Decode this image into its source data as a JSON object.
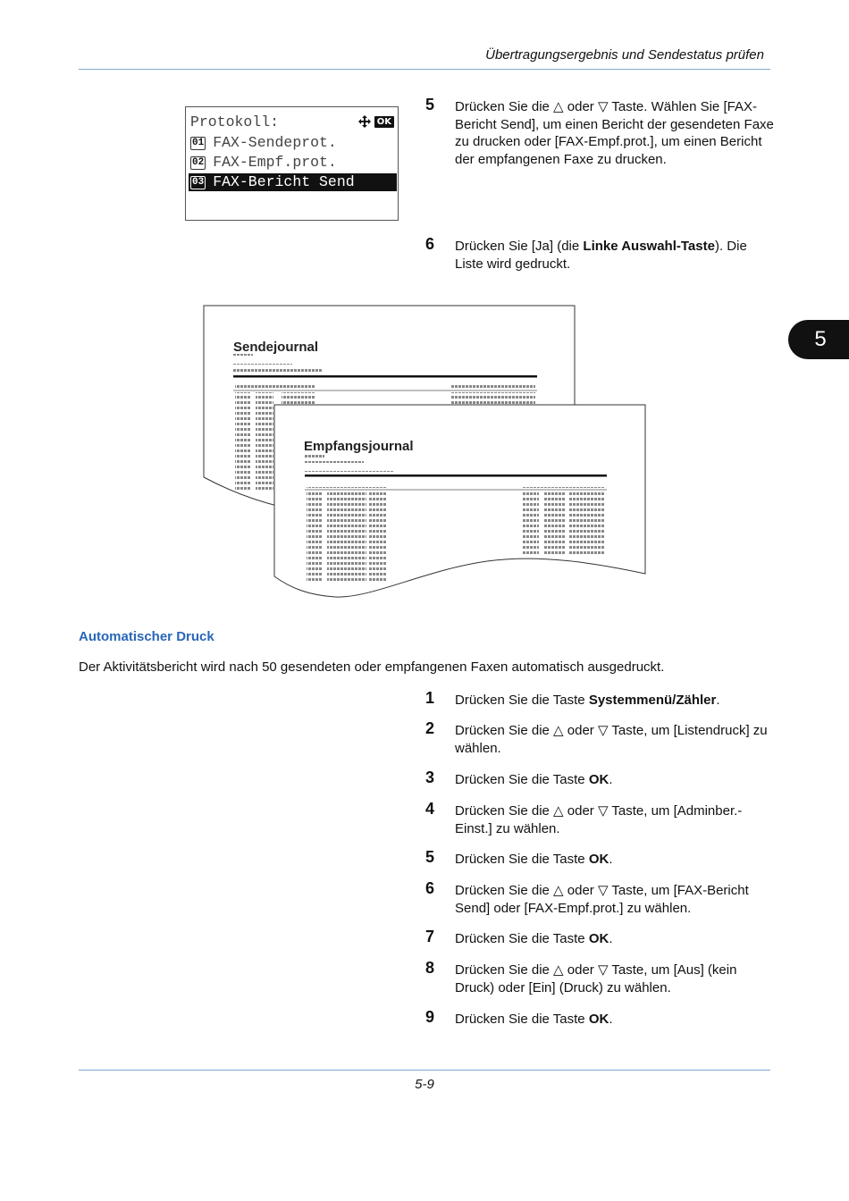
{
  "header": {
    "title": "Übertragungsergebnis und Sendestatus prüfen"
  },
  "lcd": {
    "title": "Protokoll:",
    "ok_label": "OK",
    "nav_icon": "four-way-arrow-icon",
    "items": [
      {
        "num": "01",
        "label": "FAX-Sendeprot."
      },
      {
        "num": "02",
        "label": "FAX-Empf.prot."
      },
      {
        "num": "03",
        "label": "FAX-Bericht Send"
      }
    ]
  },
  "steps_top": [
    {
      "num": "5",
      "parts": [
        "Drücken Sie die △ oder ▽ Taste. Wählen Sie [FAX-Bericht Send], um einen Bericht der gesendeten Faxe zu drucken oder [FAX-Empf.prot.], um einen Bericht der empfangenen Faxe zu drucken."
      ]
    },
    {
      "num": "6",
      "pre": "Drücken Sie [Ja] (die ",
      "bold": "Linke Auswahl-Taste",
      "post": "). Die Liste wird gedruckt."
    }
  ],
  "chapter_tab": "5",
  "illustration": {
    "back_title": "Sendejournal",
    "front_title": "Empfangsjournal"
  },
  "section": {
    "heading": "Automatischer Druck",
    "intro": "Der Aktivitätsbericht wird nach 50 gesendeten oder empfangenen Faxen automatisch ausgedruckt."
  },
  "steps": [
    {
      "num": "1",
      "pre": "Drücken Sie die Taste ",
      "bold": "Systemmenü/Zähler",
      "post": "."
    },
    {
      "num": "2",
      "pre": "Drücken Sie die △ oder ▽ Taste, um [Listendruck] zu wählen.",
      "bold": "",
      "post": ""
    },
    {
      "num": "3",
      "pre": "Drücken Sie die Taste ",
      "bold": "OK",
      "post": "."
    },
    {
      "num": "4",
      "pre": "Drücken Sie die △ oder ▽ Taste, um [Adminber.-Einst.] zu wählen.",
      "bold": "",
      "post": ""
    },
    {
      "num": "5",
      "pre": "Drücken Sie die Taste ",
      "bold": "OK",
      "post": "."
    },
    {
      "num": "6",
      "pre": "Drücken Sie die △ oder ▽ Taste, um [FAX-Bericht Send] oder [FAX-Empf.prot.] zu wählen.",
      "bold": "",
      "post": ""
    },
    {
      "num": "7",
      "pre": "Drücken Sie die Taste ",
      "bold": "OK",
      "post": "."
    },
    {
      "num": "8",
      "pre": "Drücken Sie die △ oder ▽ Taste, um [Aus] (kein Druck) oder [Ein] (Druck) zu wählen.",
      "bold": "",
      "post": ""
    },
    {
      "num": "9",
      "pre": "Drücken Sie die Taste ",
      "bold": "OK",
      "post": "."
    }
  ],
  "footer": {
    "page_number": "5-9"
  }
}
